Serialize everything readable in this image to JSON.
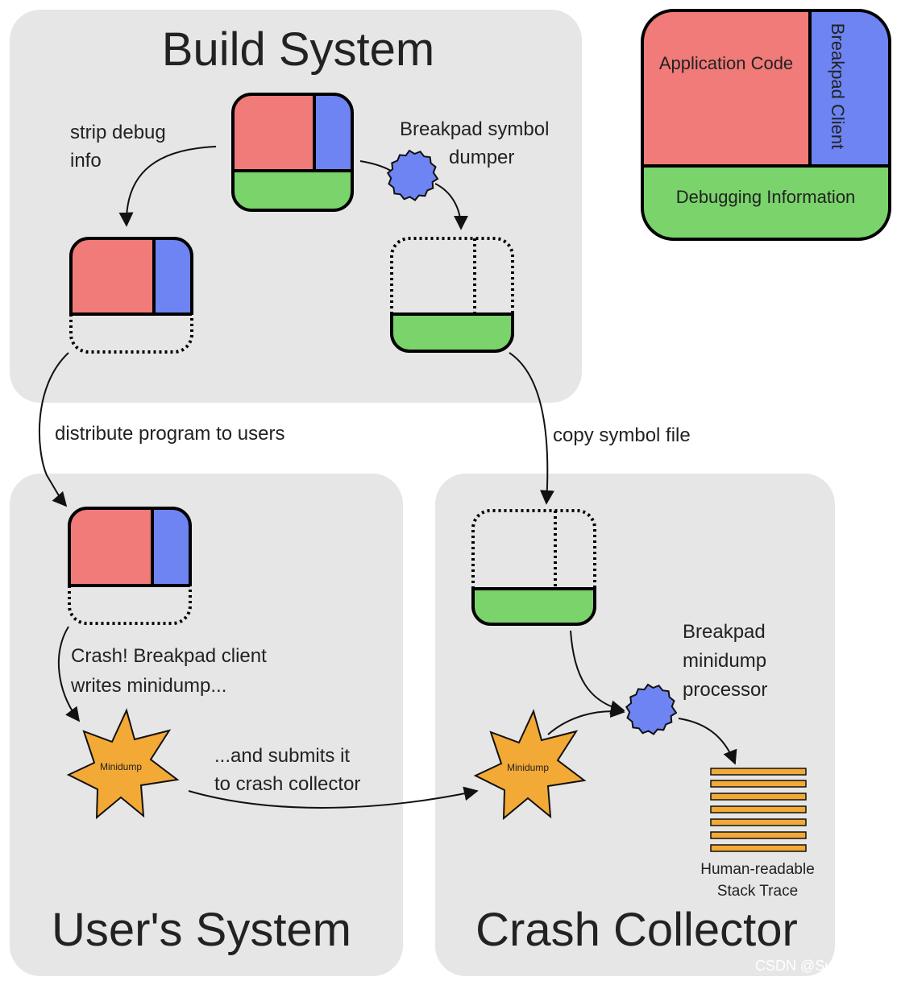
{
  "regions": {
    "build": "Build System",
    "user": "User's System",
    "collector": "Crash Collector"
  },
  "legend": {
    "app": "Application Code",
    "client": "Breakpad Client",
    "debug": "Debugging Information"
  },
  "edges": {
    "strip_1": "strip debug",
    "strip_2": "info",
    "dumper_1": "Breakpad symbol",
    "dumper_2": "dumper",
    "distribute": "distribute program to users",
    "copy": "copy symbol file",
    "crash_1": "Crash!  Breakpad client",
    "crash_2": "writes minidump...",
    "submit_1": "...and submits it",
    "submit_2": "to crash collector",
    "processor_1": "Breakpad",
    "processor_2": "minidump",
    "processor_3": "processor"
  },
  "minidump_label": "Minidump",
  "stack_trace": {
    "line_1": "Human-readable",
    "line_2": "Stack Trace"
  },
  "watermark": "CSDN @SuperYang_",
  "colors": {
    "app": "#f07b78",
    "client": "#6d84f2",
    "debug": "#7ad36b",
    "region": "#e6e6e6",
    "minidump": "#f3a936",
    "trace": "#f3a936"
  }
}
